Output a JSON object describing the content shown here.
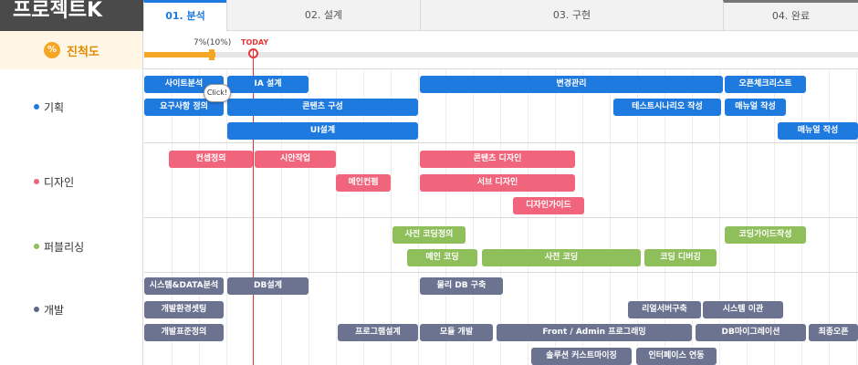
{
  "header": {
    "project_title": "프로젝트K",
    "phases": [
      "01. 분석",
      "02. 설계",
      "03. 구현",
      "04. 완료"
    ]
  },
  "progress": {
    "label": "진척도",
    "icon": "%",
    "percent_text": "7%(10%)",
    "today_text": "TODAY",
    "value_percent": 10
  },
  "categories": [
    {
      "name": "기획",
      "color": "#1f7ae0"
    },
    {
      "name": "디자인",
      "color": "#f0647c"
    },
    {
      "name": "퍼블리싱",
      "color": "#8fbf5a"
    },
    {
      "name": "개발",
      "color": "#5c6680"
    }
  ],
  "colors": {
    "planning": "#1f7ae0",
    "design": "#f0647c",
    "publishing": "#8fbf5a",
    "dev": "#6b7390"
  },
  "tooltip": "Click!",
  "tasks": {
    "planning": [
      "사이트분석",
      "IA 설계",
      "변경관리",
      "오픈체크리스트",
      "요구사항 정의",
      "콘텐츠 구성",
      "테스트시나리오 작성",
      "매뉴얼 작성",
      "UI설계",
      "매뉴얼 작성"
    ],
    "design": [
      "컨셉정의",
      "시안작업",
      "콘텐츠 디자인",
      "메인컨펌",
      "서브 디자인",
      "디자인가이드"
    ],
    "publishing": [
      "사전 코딩정의",
      "코딩가이드작성",
      "메인 코딩",
      "사전 코딩",
      "코딩 디버깅"
    ],
    "dev": [
      "시스템&DATA분석",
      "DB설계",
      "물리 DB 구축",
      "개발환경셋팅",
      "리얼서버구축",
      "시스템 이관",
      "개발표준정의",
      "프로그램설계",
      "모듈 개발",
      "Front / Admin 프로그래밍",
      "DB마이그레이션",
      "최종오픈",
      "솔루션 커스트마이징",
      "인터페이스 연동"
    ]
  }
}
